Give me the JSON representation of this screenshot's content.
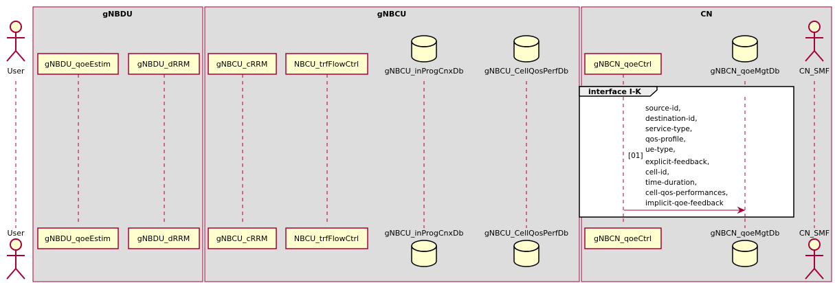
{
  "boxes": {
    "gnbdu": "gNBDU",
    "gnbcu": "gNBCU",
    "cn": "CN"
  },
  "participants": {
    "user": "User",
    "qoe_estim": "gNBDU_qoeEstim",
    "drrm": "gNBDU_dRRM",
    "crrm": "gNBCU_cRRM",
    "trf_flow_ctrl": "NBCU_trfFlowCtrl",
    "in_prog_cnx_db": "gNBCU_inProgCnxDb",
    "cell_qos_perf_db": "gNBCU_CellQosPerfDb",
    "qoe_ctrl": "gNBCN_qoeCtrl",
    "qoe_mgt_db": "gNBCN_qoeMgtDb",
    "cn_smf": "CN_SMF"
  },
  "group": {
    "label": "interface I-K"
  },
  "message": {
    "number": "[01]",
    "lines": [
      "source-id,",
      "destination-id,",
      "service-type,",
      "qos-profile,",
      "ue-type,",
      "explicit-feedback,",
      "cell-id,",
      "time-duration,",
      "cell-qos-performances,",
      "implicit-qoe-feedback"
    ]
  },
  "colors": {
    "box_fill": "#dddddd",
    "box_border": "#a80036",
    "participant_fill": "#fefece",
    "lifeline": "#a80036",
    "arrow": "#a80036"
  }
}
